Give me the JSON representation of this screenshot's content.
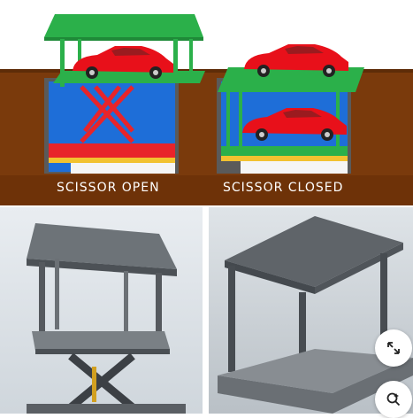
{
  "illustration": {
    "left_caption": "SCISSOR OPEN",
    "right_caption": "SCISSOR CLOSED"
  },
  "photos": {
    "left": "scissor-lift-photo",
    "right": "closed-lift-photo"
  },
  "controls": {
    "expand_icon": "expand-arrows-icon",
    "visual_search_icon": "visual-search-icon"
  },
  "colors": {
    "ground": "#7a3a0c",
    "pit_blue": "#1e6ed8",
    "platform_green": "#2bb04a",
    "car_red": "#e8101a",
    "scissor_red": "#e8242a"
  }
}
